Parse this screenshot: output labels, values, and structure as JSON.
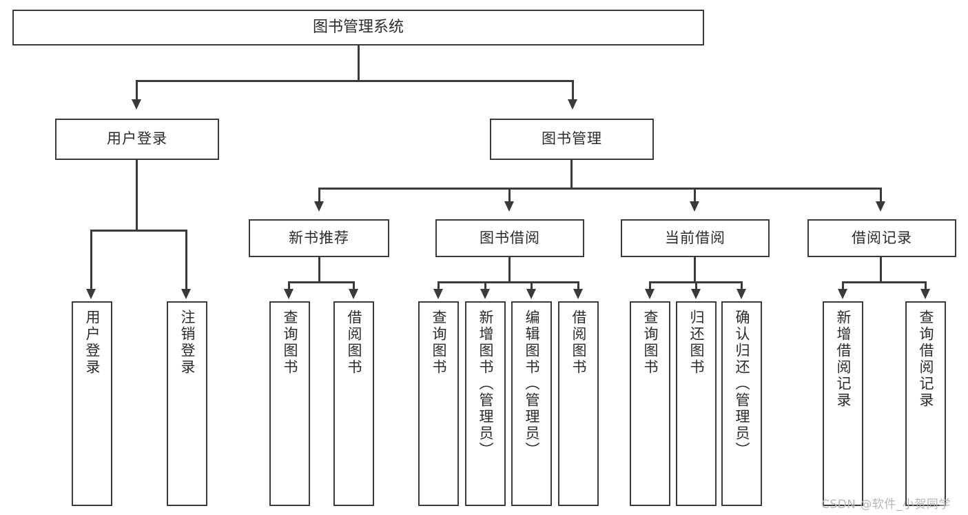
{
  "diagram": {
    "type": "tree-hierarchy",
    "title": "图书管理系统",
    "watermark": "CSDN @软件_小贺同学",
    "colors": {
      "background": "#ffffff",
      "stroke": "#3a3a3a",
      "text": "#2b2b2b",
      "watermark": "#b6b6b6"
    },
    "root": {
      "label": "图书管理系统"
    },
    "level2": [
      {
        "label": "用户登录"
      },
      {
        "label": "图书管理"
      }
    ],
    "level3": [
      {
        "label": "新书推荐"
      },
      {
        "label": "图书借阅"
      },
      {
        "label": "当前借阅"
      },
      {
        "label": "借阅记录"
      }
    ],
    "leaves": {
      "user_login": [
        {
          "label": "用户登录"
        },
        {
          "label": "注销登录"
        }
      ],
      "new_book_recommend": [
        {
          "label": "查询图书"
        },
        {
          "label": "借阅图书"
        }
      ],
      "book_borrow": [
        {
          "label": "查询图书"
        },
        {
          "label": "新增图书（管理员）"
        },
        {
          "label": "编辑图书（管理员）"
        },
        {
          "label": "借阅图书"
        }
      ],
      "current_borrow": [
        {
          "label": "查询图书"
        },
        {
          "label": "归还图书"
        },
        {
          "label": "确认归还（管理员）"
        }
      ],
      "borrow_record": [
        {
          "label": "新增借阅记录"
        },
        {
          "label": "查询借阅记录"
        }
      ]
    }
  }
}
